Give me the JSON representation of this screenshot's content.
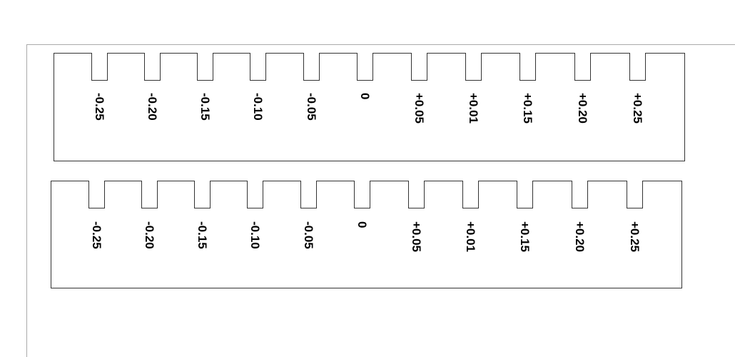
{
  "gauges": [
    {
      "labels": [
        "-0.25",
        "-0.20",
        "-0.15",
        "-0.10",
        "-0.05",
        "0",
        "+0.05",
        "+0.01",
        "+0.15",
        "+0.20",
        "+0.25"
      ]
    },
    {
      "labels": [
        "-0.25",
        "-0.20",
        "-0.15",
        "-0.10",
        "-0.05",
        "0",
        "+0.05",
        "+0.01",
        "+0.15",
        "+0.20",
        "+0.25"
      ]
    }
  ],
  "colors": {
    "outline": "#333333",
    "frame": "#aaaaaa",
    "text": "#000000"
  }
}
